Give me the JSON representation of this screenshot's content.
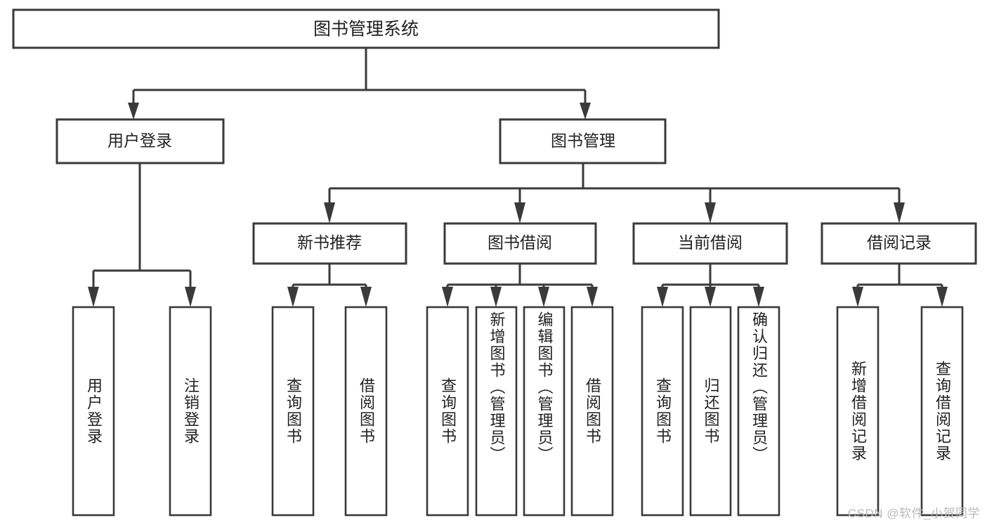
{
  "diagram": {
    "type": "tree-hierarchy-chart",
    "title": "图书管理系统",
    "watermark": "CSDN @软件_小贺同学",
    "colors": {
      "box_fill": "#ffffff",
      "box_stroke": "#3a3a3a",
      "connector": "#3a3a3a",
      "text": "#222222",
      "background": "#ffffff",
      "watermark": "#b9b9b9"
    },
    "root": {
      "label": "图书管理系统"
    },
    "level2": [
      {
        "label": "用户登录"
      },
      {
        "label": "图书管理"
      }
    ],
    "level3": [
      {
        "label": "新书推荐"
      },
      {
        "label": "图书借阅"
      },
      {
        "label": "当前借阅"
      },
      {
        "label": "借阅记录"
      }
    ],
    "leaves": {
      "user_login": [
        {
          "label": "用户登录"
        },
        {
          "label": "注销登录"
        }
      ],
      "new_book_recommend": [
        {
          "label": "查询图书"
        },
        {
          "label": "借阅图书"
        }
      ],
      "book_borrow": [
        {
          "label": "查询图书"
        },
        {
          "label": "新增图书（管理员）"
        },
        {
          "label": "编辑图书（管理员）"
        },
        {
          "label": "借阅图书"
        }
      ],
      "current_borrow": [
        {
          "label": "查询图书"
        },
        {
          "label": "归还图书"
        },
        {
          "label": "确认归还（管理员）"
        }
      ],
      "borrow_record": [
        {
          "label": "新增借阅记录"
        },
        {
          "label": "查询借阅记录"
        }
      ]
    }
  }
}
